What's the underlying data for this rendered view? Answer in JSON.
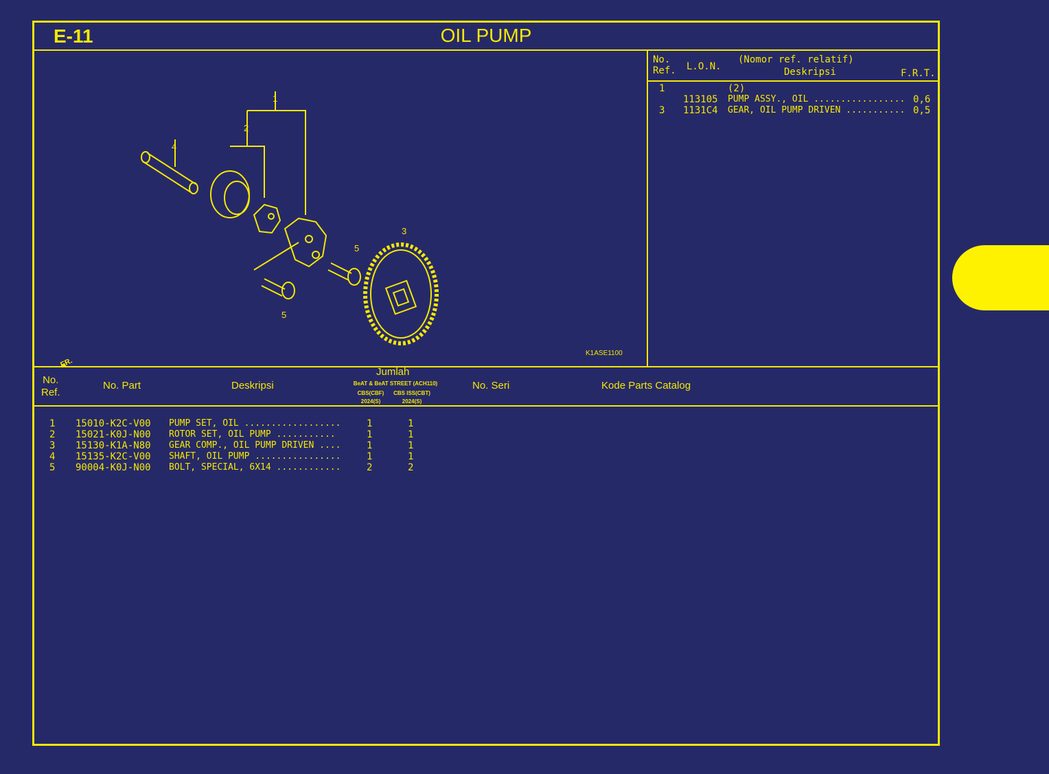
{
  "header": {
    "code": "E-11",
    "title": "OIL PUMP"
  },
  "diagram": {
    "drawing_number": "K1ASE1100",
    "front_label": "FR.",
    "callouts": [
      "1",
      "2",
      "3",
      "4",
      "5",
      "5"
    ]
  },
  "ref_table": {
    "headers": {
      "no_ref": [
        "No.",
        "Ref."
      ],
      "lon": "L.O.N.",
      "nomor": "(Nomor ref. relatif)",
      "deskripsi": "Deskripsi",
      "frt": "F.R.T."
    },
    "rows": [
      {
        "ref": "1",
        "lon": "",
        "desc": "(2)",
        "frt": ""
      },
      {
        "ref": "",
        "lon": "113105",
        "desc": "PUMP ASSY., OIL .................",
        "frt": "0,6"
      },
      {
        "ref": "3",
        "lon": "1131C4",
        "desc": "GEAR, OIL PUMP DRIVEN ...........",
        "frt": "0,5"
      }
    ]
  },
  "parts_table": {
    "headers": {
      "no_ref": [
        "No.",
        "Ref."
      ],
      "no_part": "No. Part",
      "deskripsi": "Deskripsi",
      "jumlah": "Jumlah",
      "model": "BeAT & BeAT STREET (ACH110)",
      "col1": [
        "CBS(CBF)",
        "2024(S)"
      ],
      "col2": [
        "CBS ISS(CBT)",
        "2024(S)"
      ],
      "no_seri": "No. Seri",
      "kode": "Kode Parts Catalog"
    },
    "rows": [
      {
        "ref": "1",
        "part": "15010-K2C-V00",
        "desc": "PUMP SET, OIL ..................",
        "q1": "1",
        "q2": "1"
      },
      {
        "ref": "2",
        "part": "15021-K0J-N00",
        "desc": "ROTOR SET, OIL PUMP ...........",
        "q1": "1",
        "q2": "1"
      },
      {
        "ref": "3",
        "part": "15130-K1A-N80",
        "desc": "GEAR COMP., OIL PUMP DRIVEN ....",
        "q1": "1",
        "q2": "1"
      },
      {
        "ref": "4",
        "part": "15135-K2C-V00",
        "desc": "SHAFT, OIL PUMP ................",
        "q1": "1",
        "q2": "1"
      },
      {
        "ref": "5",
        "part": "90004-K0J-N00",
        "desc": "BOLT, SPECIAL, 6X14 ............",
        "q1": "2",
        "q2": "2"
      }
    ]
  },
  "colors": {
    "background": "#262968",
    "accent": "#f5e800"
  }
}
